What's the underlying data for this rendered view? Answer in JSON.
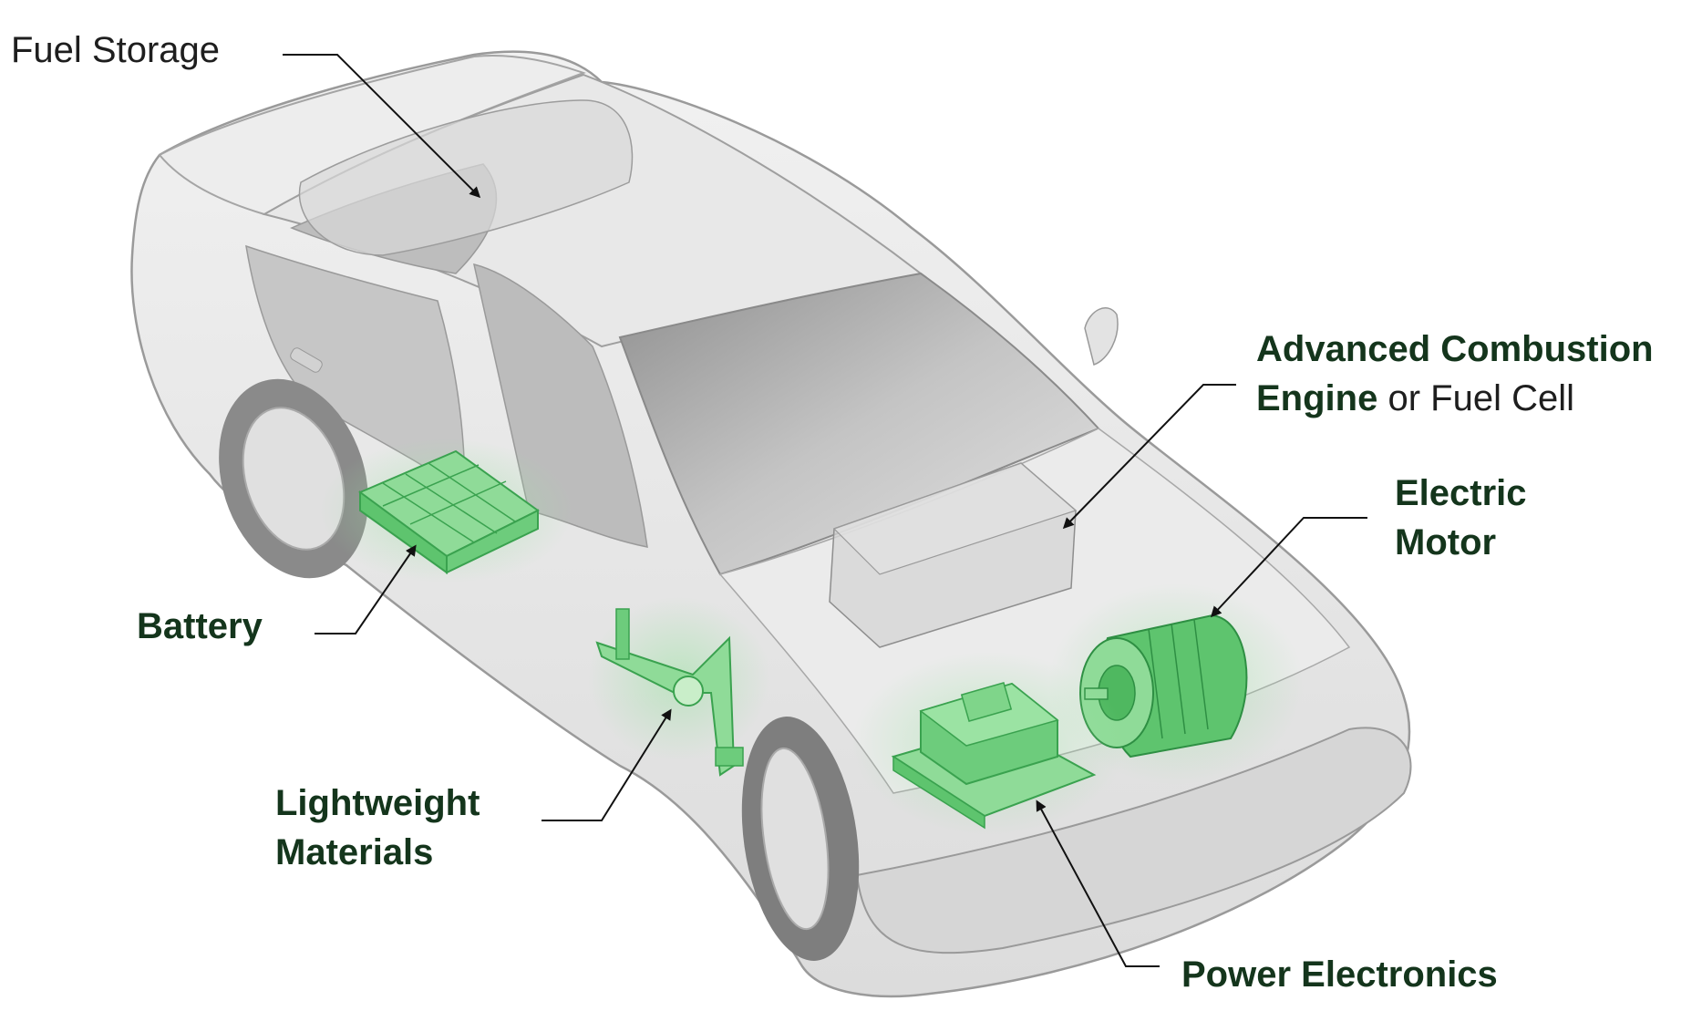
{
  "labels": {
    "fuel_storage": "Fuel Storage",
    "engine_line1": "Advanced Combustion",
    "engine_line2_bold": "Engine",
    "engine_line2_rest": " or Fuel Cell",
    "motor_line1": "Electric",
    "motor_line2": "Motor",
    "battery": "Battery",
    "lightweight_line1": "Lightweight",
    "lightweight_line2": "Materials",
    "power_electronics": "Power Electronics"
  },
  "colors": {
    "highlight_green": "#4cc262",
    "label_dark_green": "#14351c",
    "car_body": "#e6e6e6",
    "car_outline": "#9a9a9a",
    "glass": "#c9c9c9"
  }
}
